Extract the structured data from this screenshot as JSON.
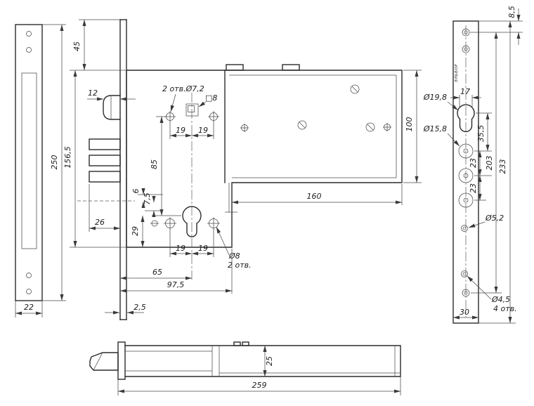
{
  "colors": {
    "line": "#2b2b2b",
    "background": "#ffffff"
  },
  "left_view": {
    "d250": "250",
    "d22": "22"
  },
  "main_view": {
    "d45": "45",
    "d12": "12",
    "holes_top_label": "2 отв.Ø7,2",
    "square_label": "□8",
    "d19a": "19",
    "d19b": "19",
    "d156_5": "156,5",
    "d85": "85",
    "d100": "100",
    "d160": "160",
    "d6": "6",
    "d7_5": "7,5",
    "d26": "26",
    "d29": "29",
    "d19c": "19",
    "d19d": "19",
    "dia8_label": "Ø8",
    "dia8_count": "2 отв.",
    "d65": "65",
    "d97_5": "97,5",
    "d2_5": "2,5"
  },
  "right_view": {
    "d8_5": "8,5",
    "d17": "17",
    "dia19_8": "Ø19,8",
    "dia15_8": "Ø15,8",
    "d35_5": "35,5",
    "d23a": "23",
    "d23b": "23",
    "d203": "203",
    "d233": "233",
    "dia5_2": "Ø5,2",
    "dia4_5": "Ø4,5",
    "dia4_5_count": "4 отв.",
    "d30": "30",
    "brand": "ЭЛЬБОР"
  },
  "bottom_view": {
    "d25": "25",
    "d259": "259"
  }
}
